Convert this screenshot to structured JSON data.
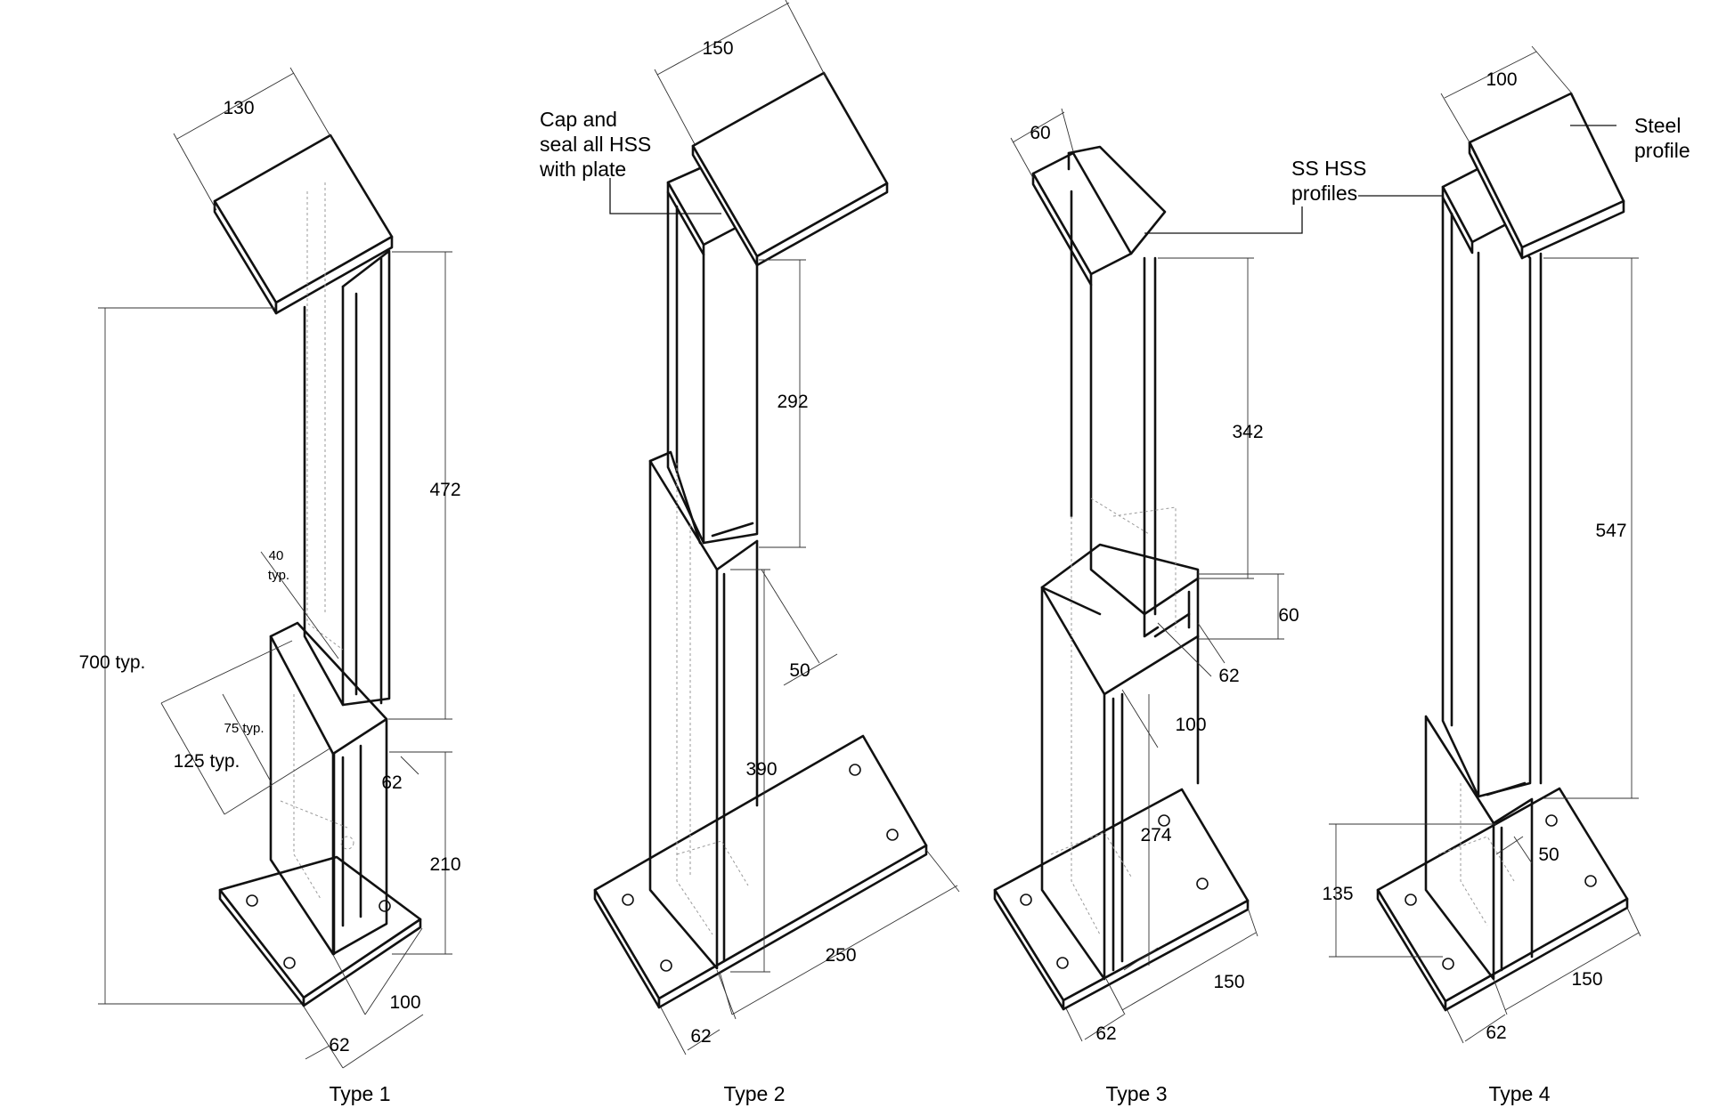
{
  "diagram": {
    "types": [
      {
        "label": "Type 1",
        "dimensions": [
          "130",
          "472",
          "700 typ.",
          "40",
          "typ.",
          "75 typ.",
          "125 typ.",
          "62",
          "210",
          "100",
          "62"
        ]
      },
      {
        "label": "Type 2",
        "dimensions": [
          "150",
          "292",
          "50",
          "390",
          "250",
          "62"
        ]
      },
      {
        "label": "Type 3",
        "dimensions": [
          "60",
          "342",
          "60",
          "62",
          "100",
          "274",
          "150",
          "62"
        ]
      },
      {
        "label": "Type 4",
        "dimensions": [
          "100",
          "547",
          "50",
          "135",
          "150",
          "62"
        ]
      }
    ],
    "notes": {
      "cap_and_seal": [
        "Cap and",
        "seal all HSS",
        "with plate"
      ],
      "ss_hss": [
        "SS HSS",
        "profiles"
      ],
      "steel_profile": [
        "Steel",
        "profile"
      ]
    }
  }
}
